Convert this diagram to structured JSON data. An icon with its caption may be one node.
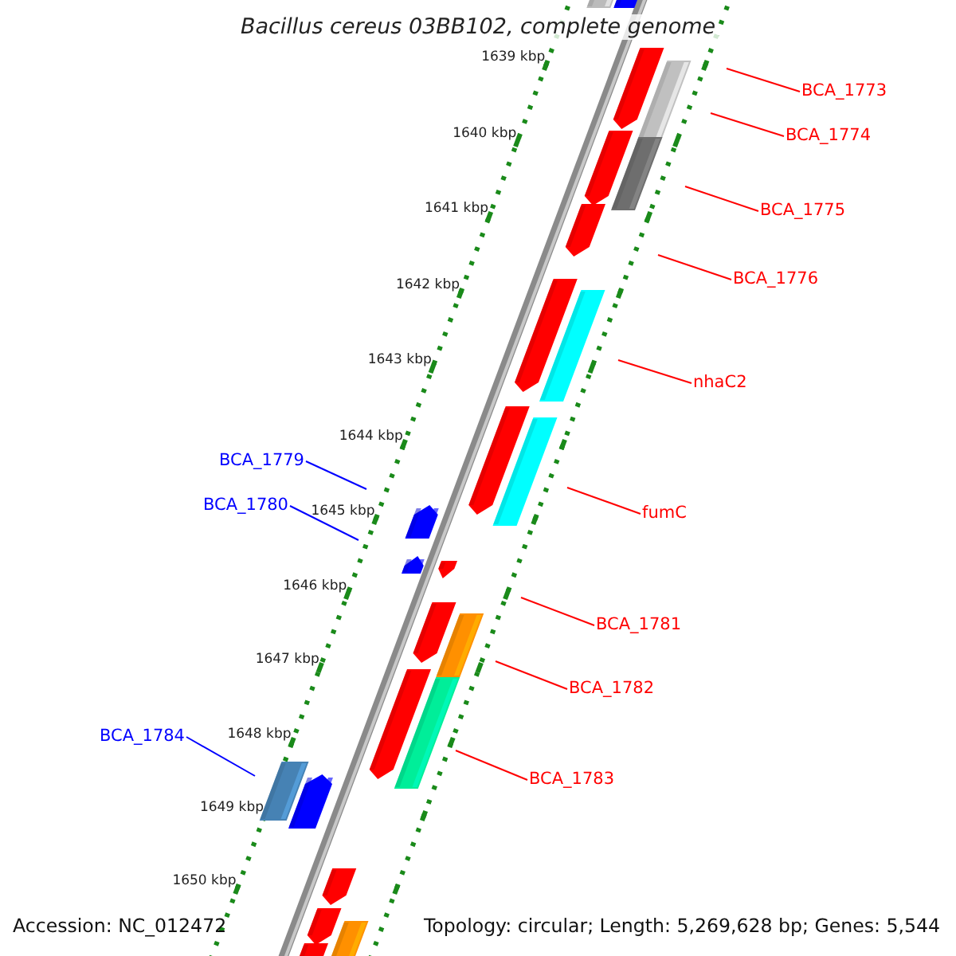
{
  "diagram": {
    "title": "Bacillus cereus 03BB102, complete genome",
    "nodes": [
      {
        "text": [
          "BCA_1773"
        ]
      },
      {
        "text": [
          "BCA_1774"
        ]
      },
      {
        "text": [
          "BCA_1775"
        ]
      },
      {
        "text": [
          "BCA_1776"
        ]
      },
      {
        "text": [
          "nhaC2"
        ]
      },
      {
        "text": [
          "BCA_1779"
        ]
      },
      {
        "text": [
          "BCA_1780"
        ]
      },
      {
        "text": [
          "fumC"
        ]
      },
      {
        "text": [
          "BCA_1781"
        ]
      },
      {
        "text": [
          "BCA_1782"
        ]
      },
      {
        "text": [
          "BCA_1784"
        ]
      },
      {
        "text": [
          "BCA_1783"
        ]
      }
    ],
    "edges": [
      {
        "from": 0,
        "to": null,
        "arrow": "none"
      },
      {
        "from": 1,
        "to": null,
        "arrow": "none"
      },
      {
        "from": 2,
        "to": null,
        "arrow": "none"
      },
      {
        "from": 3,
        "to": null,
        "arrow": "none"
      },
      {
        "from": 4,
        "to": null,
        "arrow": "none"
      },
      {
        "from": 5,
        "to": null,
        "arrow": "none",
        "color": "#0000ff"
      },
      {
        "from": 6,
        "to": null,
        "arrow": "none",
        "color": "#0000ff"
      },
      {
        "from": 7,
        "to": null,
        "arrow": "none"
      },
      {
        "from": 8,
        "to": null,
        "arrow": "none"
      },
      {
        "from": 9,
        "to": null,
        "arrow": "none"
      },
      {
        "from": 10,
        "to": null,
        "arrow": "none",
        "color": "#0000ff"
      },
      {
        "from": 11,
        "to": null,
        "arrow": "none"
      }
    ],
    "labels": [
      "1639 kbp",
      "1640 kbp",
      "1641 kbp",
      "1642 kbp",
      "1643 kbp",
      "1644 kbp",
      "1645 kbp",
      "1646 kbp",
      "1647 kbp",
      "1648 kbp",
      "1649 kbp",
      "1650 kbp",
      "Accession: NC_012472",
      "Topology: circular; Length: 5,269,628 bp; Genes: 5,544"
    ]
  }
}
